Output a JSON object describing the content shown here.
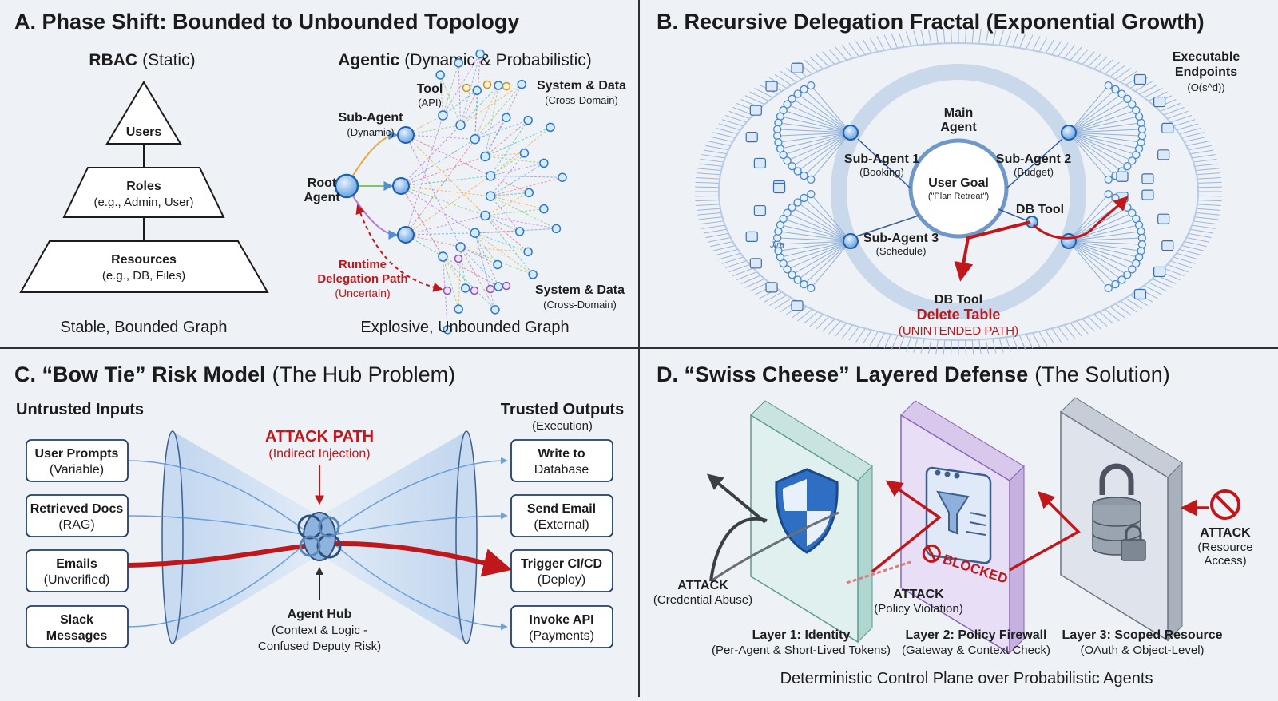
{
  "colors": {
    "background": "#eef1f6",
    "node_blue": "#4f8fd6",
    "attack_red": "#c0171b",
    "divider": "#2a2f3a"
  },
  "panel_a": {
    "title_bold": "A. Phase Shift: Bounded to Unbounded Topology",
    "rbac_bold": "RBAC",
    "rbac_light": "(Static)",
    "agentic_bold": "Agentic",
    "agentic_light": "(Dynamic & Probabilistic)",
    "users": "Users",
    "roles": "Roles",
    "roles_sub": "(e.g., Admin, User)",
    "resources": "Resources",
    "resources_sub": "(e.g., DB, Files)",
    "left_caption": "Stable, Bounded Graph",
    "tool": "Tool",
    "tool_sub": "(API)",
    "sub_agent": "Sub-Agent",
    "sub_agent_sub": "(Dynamic)",
    "root_1": "Root",
    "root_2": "Agent",
    "sys_top": "System & Data",
    "sys_top_sub": "(Cross-Domain)",
    "sys_bottom": "System & Data",
    "sys_bottom_sub": "(Cross-Domain)",
    "runtime_1": "Runtime",
    "runtime_2": "Delegation Path",
    "runtime_3": "(Uncertain)",
    "right_caption": "Explosive, Unbounded Graph"
  },
  "panel_b": {
    "title": "B. Recursive Delegation Fractal (Exponential Growth)",
    "endpoints_1": "Executable",
    "endpoints_2": "Endpoints",
    "endpoints_3": "(O(s^d))",
    "main_1": "Main",
    "main_2": "Agent",
    "goal": "User Goal",
    "goal_sub": "(\"Plan Retreat\")",
    "sub1": "Sub-Agent 1",
    "sub1_sub": "(Booking)",
    "sub2": "Sub-Agent 2",
    "sub2_sub": "(Budget)",
    "sub3": "Sub-Agent 3",
    "sub3_sub": "(Schedule)",
    "db_tool_small": "DB Tool",
    "db_tool": "DB Tool",
    "delete": "Delete Table",
    "unintended": "(UNINTENDED PATH)",
    "jira": "Jira"
  },
  "panel_c": {
    "title_bold": "C. “Bow Tie” Risk Model",
    "title_light": "(The Hub Problem)",
    "untrusted": "Untrusted Inputs",
    "trusted": "Trusted Outputs",
    "trusted_sub": "(Execution)",
    "inputs": [
      {
        "line1": "User Prompts",
        "line2": "(Variable)"
      },
      {
        "line1": "Retrieved Docs",
        "line2": "(RAG)"
      },
      {
        "line1": "Emails",
        "line2": "(Unverified)"
      },
      {
        "line1": "Slack",
        "line2": "Messages"
      }
    ],
    "outputs": [
      {
        "line1": "Write to",
        "line2": "Database"
      },
      {
        "line1": "Send Email",
        "line2": "(External)"
      },
      {
        "line1": "Trigger CI/CD",
        "line2": "(Deploy)"
      },
      {
        "line1": "Invoke API",
        "line2": "(Payments)"
      }
    ],
    "attack_path": "ATTACK PATH",
    "attack_sub": "(Indirect Injection)",
    "hub": "Agent Hub",
    "hub_sub1": "(Context & Logic -",
    "hub_sub2": "Confused Deputy Risk)"
  },
  "panel_d": {
    "title_bold": "D. “Swiss Cheese” Layered Defense",
    "title_light": "(The Solution)",
    "attack1": "ATTACK",
    "attack1_sub": "(Credential Abuse)",
    "attack2": "ATTACK",
    "attack2_sub": "(Policy Violation)",
    "attack3": "ATTACK",
    "attack3_sub1": "(Resource",
    "attack3_sub2": "Access)",
    "blocked": "BLOCKED",
    "layer1": "Layer 1: Identity",
    "layer1_sub": "(Per-Agent & Short-Lived Tokens)",
    "layer2": "Layer 2: Policy Firewall",
    "layer2_sub": "(Gateway & Context Check)",
    "layer3": "Layer 3: Scoped Resource",
    "layer3_sub": "(OAuth & Object-Level)",
    "caption": "Deterministic Control Plane over Probabilistic Agents"
  }
}
